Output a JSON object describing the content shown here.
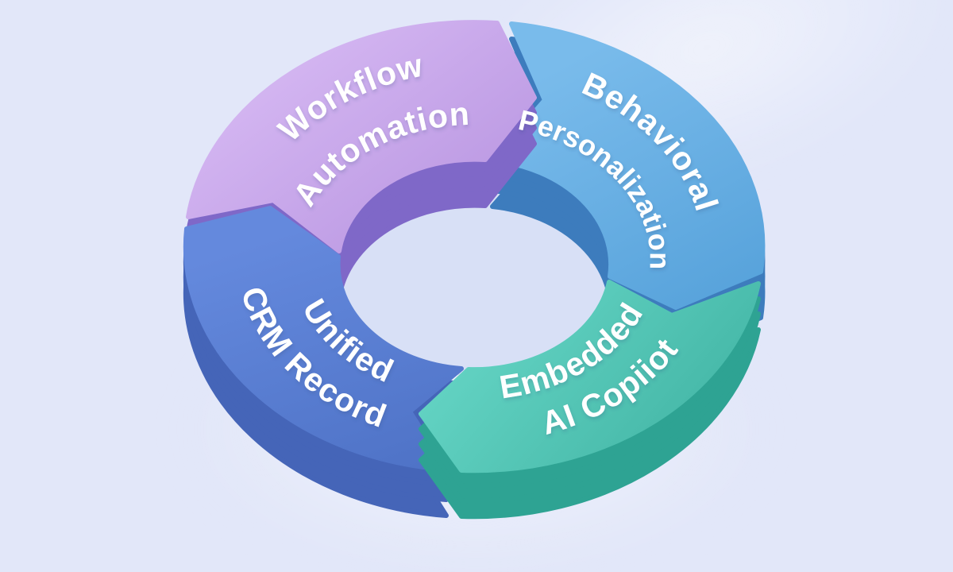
{
  "diagram": {
    "type": "cycle-diagram",
    "flow_direction": "clockwise",
    "background_color": "#E2E7F9",
    "hole_shade_color": "#D8E0F6",
    "text_color": "#FFFFFF",
    "segments": [
      {
        "id": "workflow-automation",
        "label_line1": "Workflow",
        "label_line2": "Automation",
        "position": "top-left",
        "face_light": "#D5B7F2",
        "face_dark": "#B794E0",
        "side_color": "#7F68C8"
      },
      {
        "id": "behavioral-personalization",
        "label_line1": "Behavioral",
        "label_line2": "Personalization",
        "position": "top-right",
        "face_light": "#79BBEB",
        "face_dark": "#55A1DA",
        "side_color": "#3D7CBD"
      },
      {
        "id": "embedded-ai-copilot",
        "label_line1": "Embedded",
        "label_line2": "AI Copiiot",
        "position": "bottom-right",
        "face_light": "#63D3C3",
        "face_dark": "#3EB1A1",
        "side_color": "#2EA393"
      },
      {
        "id": "unified-crm-record",
        "label_line1": "Unified",
        "label_line2": "CRM Record",
        "position": "bottom-left",
        "face_light": "#6489DD",
        "face_dark": "#4E72C6",
        "side_color": "#4565B8"
      }
    ]
  }
}
